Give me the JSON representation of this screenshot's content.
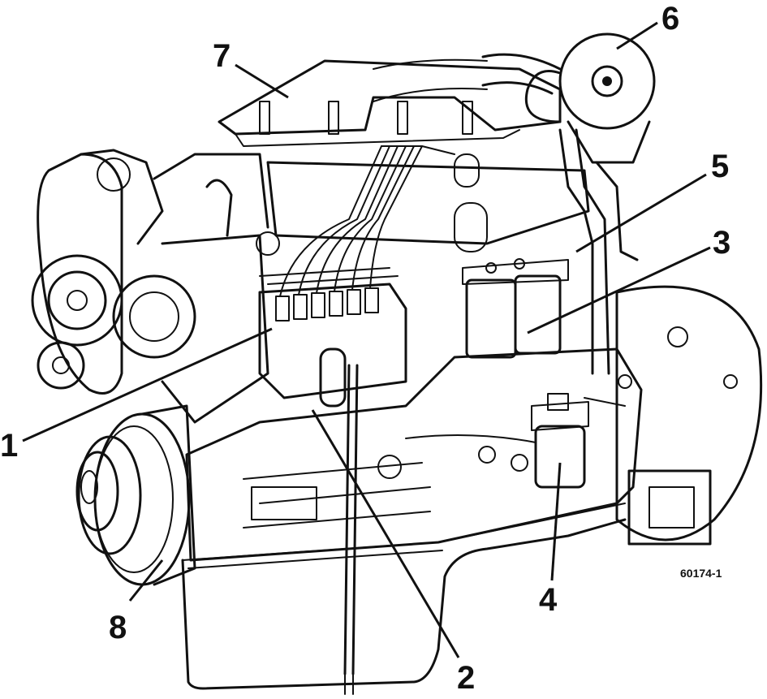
{
  "image_code": "60174-1",
  "callouts": [
    {
      "id": "1",
      "label": "1"
    },
    {
      "id": "2",
      "label": "2"
    },
    {
      "id": "3",
      "label": "3"
    },
    {
      "id": "4",
      "label": "4"
    },
    {
      "id": "5",
      "label": "5"
    },
    {
      "id": "6",
      "label": "6"
    },
    {
      "id": "7",
      "label": "7"
    },
    {
      "id": "8",
      "label": "8"
    }
  ]
}
